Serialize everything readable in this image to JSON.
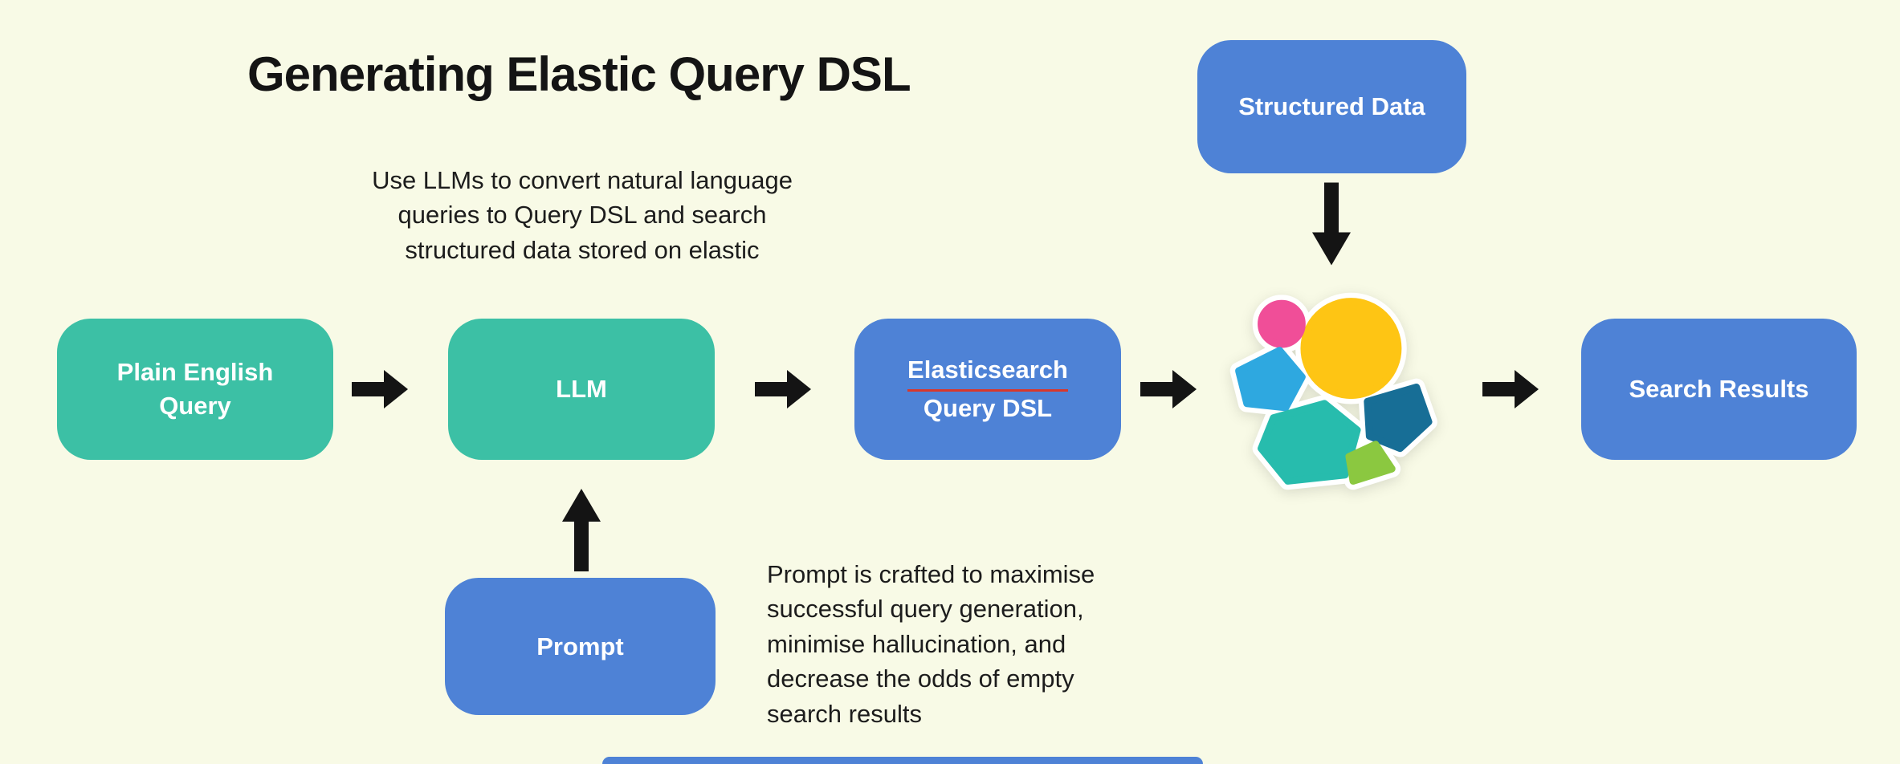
{
  "title": "Generating Elastic Query DSL",
  "description_top": "Use LLMs to convert natural language\nqueries to Query DSL and search\nstructured data stored on elastic",
  "description_bottom": "Prompt is crafted to maximise\nsuccessful query generation,\nminimise hallucination, and\ndecrease the odds of empty\nsearch results",
  "nodes": {
    "plain_english_query": {
      "label": "Plain English Query"
    },
    "llm": {
      "label": "LLM"
    },
    "prompt": {
      "label": "Prompt"
    },
    "elasticsearch_query_dsl": {
      "line1": "Elasticsearch",
      "line2": "Query DSL"
    },
    "structured_data": {
      "label": "Structured Data"
    },
    "search_results": {
      "label": "Search Results"
    }
  },
  "icons": {
    "elastic_logo": "elastic-logo-icon",
    "flow_arrows": [
      "arrow-right-icon",
      "arrow-right-icon",
      "arrow-right-icon",
      "arrow-right-icon",
      "arrow-down-icon",
      "arrow-up-icon"
    ]
  },
  "colors": {
    "background": "#f8fae6",
    "teal_node": "#3cc0a5",
    "blue_node": "#4e82d6",
    "node_text": "#ffffff",
    "arrow": "#141414",
    "misspell_underline": "#d8372b",
    "elastic_yellow": "#fec514",
    "elastic_pink": "#f04e98",
    "elastic_light_blue": "#2ea8e0",
    "elastic_teal": "#27bcad",
    "elastic_dark_blue": "#176e96",
    "elastic_green": "#8bc840"
  }
}
